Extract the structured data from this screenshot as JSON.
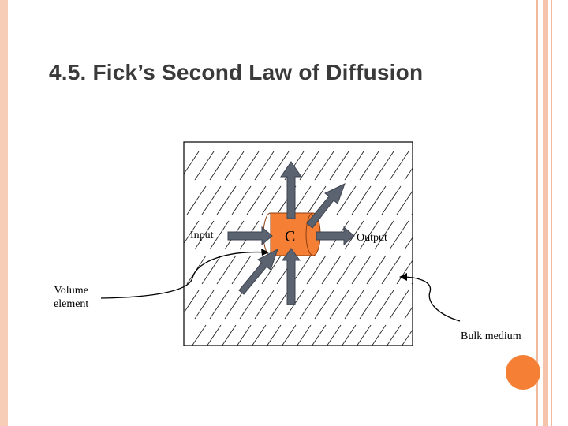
{
  "slide": {
    "title": "4.5. Fick’s Second Law of Diffusion"
  },
  "diagram": {
    "labels": {
      "input": "Input",
      "output": "Output",
      "concentration": "C",
      "volume_element_line1": "Volume",
      "volume_element_line2": "element",
      "bulk_medium": "Bulk medium"
    }
  },
  "colors": {
    "frame": "#f7cdb8",
    "accent_orange": "#f47f35",
    "cylinder": "#f47f35",
    "arrow": "#5b6270",
    "hatch": "#222222"
  }
}
